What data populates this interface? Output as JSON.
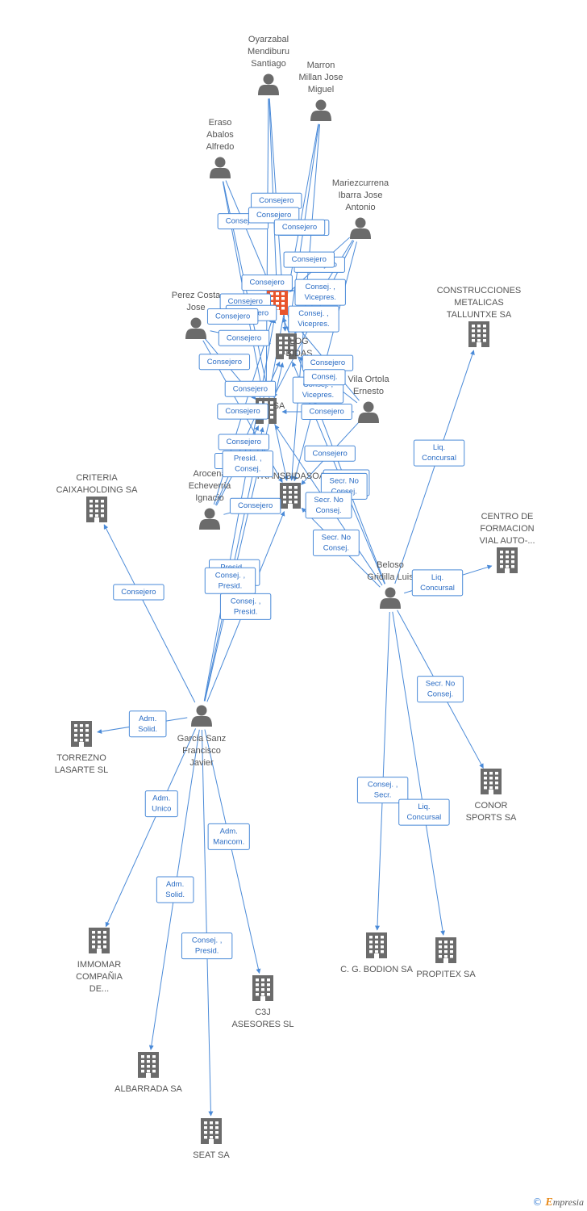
{
  "colors": {
    "edge": "#4a8ad8",
    "node": "#6b6b6b",
    "focus": "#e8542c"
  },
  "nodes": [
    {
      "id": "oyarzabal",
      "type": "person",
      "label": [
        "Oyarzabal",
        "Mendiburu",
        "Santiago"
      ]
    },
    {
      "id": "marron",
      "type": "person",
      "label": [
        "Marron",
        "Millan Jose",
        "Miguel"
      ]
    },
    {
      "id": "eraso",
      "type": "person",
      "label": [
        "Eraso",
        "Abalos",
        "Alfredo"
      ]
    },
    {
      "id": "mariezcurrena",
      "type": "person",
      "label": [
        "Mariezcurrena",
        "Ibarra Jose",
        "Antonio"
      ]
    },
    {
      "id": "perez",
      "type": "person",
      "label": [
        "Perez Costa",
        "Jose"
      ]
    },
    {
      "id": "vila",
      "type": "person",
      "label": [
        "Vila Ortola",
        "Ernesto"
      ]
    },
    {
      "id": "arocena",
      "type": "person",
      "label": [
        "Arocena",
        "Echeverria",
        "Ignacio"
      ]
    },
    {
      "id": "beloso",
      "type": "person",
      "label": [
        "Beloso",
        "Gridilla Luis"
      ]
    },
    {
      "id": "garcia",
      "type": "person",
      "label": [
        "Garcia Sanz",
        "Francisco",
        "Javier"
      ]
    },
    {
      "id": "focus",
      "type": "focus",
      "label": [
        "DEL"
      ]
    },
    {
      "id": "log",
      "type": "company",
      "label": [
        "LOG",
        "BIDAS"
      ]
    },
    {
      "id": "sa",
      "type": "company",
      "label": [
        "SA"
      ]
    },
    {
      "id": "transbidasoa",
      "type": "company",
      "label": [
        "TRANSBIDASOA"
      ]
    },
    {
      "id": "construcciones",
      "type": "company",
      "label": [
        "CONSTRUCCIONES",
        "METALICAS",
        "TALLUNTXE SA"
      ]
    },
    {
      "id": "criteria",
      "type": "company",
      "label": [
        "CRITERIA",
        "CAIXAHOLDING SA"
      ]
    },
    {
      "id": "centro",
      "type": "company",
      "label": [
        "CENTRO DE",
        "FORMACION",
        "VIAL AUTO-..."
      ]
    },
    {
      "id": "torrezno",
      "type": "company",
      "label": [
        "TORREZNO",
        "LASARTE SL"
      ]
    },
    {
      "id": "conor",
      "type": "company",
      "label": [
        "CONOR",
        "SPORTS SA"
      ]
    },
    {
      "id": "immomar",
      "type": "company",
      "label": [
        "IMMOMAR",
        "COMPAÑIA",
        "DE..."
      ]
    },
    {
      "id": "c3j",
      "type": "company",
      "label": [
        "C3J",
        "ASESORES SL"
      ]
    },
    {
      "id": "bodion",
      "type": "company",
      "label": [
        "C. G. BODION SA"
      ]
    },
    {
      "id": "propitex",
      "type": "company",
      "label": [
        "PROPITEX SA"
      ]
    },
    {
      "id": "albarrada",
      "type": "company",
      "label": [
        "ALBARRADA SA"
      ]
    },
    {
      "id": "seat",
      "type": "company",
      "label": [
        "SEAT SA"
      ]
    }
  ],
  "relations": [
    {
      "from": "eraso",
      "to": "focus",
      "label": [
        "Consejero"
      ]
    },
    {
      "from": "oyarzabal",
      "to": "log",
      "label": [
        "Consejero"
      ]
    },
    {
      "from": "marron",
      "to": "log",
      "label": [
        "Consejero"
      ]
    },
    {
      "from": "eraso",
      "to": "sa",
      "label": [
        "Consejero"
      ]
    },
    {
      "from": "oyarzabal",
      "to": "focus",
      "label": [
        "Consejero"
      ]
    },
    {
      "from": "marron",
      "to": "sa",
      "label": [
        "Consejero"
      ]
    },
    {
      "from": "eraso",
      "to": "transbidasoa",
      "label": [
        "Consejero"
      ]
    },
    {
      "from": "mariezcurrena",
      "to": "focus",
      "label": [
        "Consejero"
      ]
    },
    {
      "from": "mariezcurrena",
      "to": "log",
      "label": [
        "Consej. ,",
        "Vicepres."
      ]
    },
    {
      "from": "oyarzabal",
      "to": "sa",
      "label": [
        "Consejero"
      ]
    },
    {
      "from": "marron",
      "to": "transbidasoa",
      "label": [
        "Consejero"
      ]
    },
    {
      "from": "perez",
      "to": "focus",
      "label": [
        "Consejero"
      ]
    },
    {
      "from": "mariezcurrena",
      "to": "sa",
      "label": [
        "Consej. ,",
        "Vicepres."
      ]
    },
    {
      "from": "perez",
      "to": "log",
      "label": [
        "Consejero"
      ]
    },
    {
      "from": "mariezcurrena",
      "to": "transbidasoa",
      "label": [
        "Consej. ,",
        "Vicepres."
      ]
    },
    {
      "from": "perez",
      "to": "sa",
      "label": [
        "Consejero"
      ]
    },
    {
      "from": "vila",
      "to": "focus",
      "label": [
        "Consejero"
      ]
    },
    {
      "from": "perez",
      "to": "transbidasoa",
      "label": [
        "Consejero"
      ]
    },
    {
      "from": "vila",
      "to": "log",
      "label": [
        "Consej."
      ]
    },
    {
      "from": "arocena",
      "to": "focus",
      "label": [
        "Consejero"
      ]
    },
    {
      "from": "vila",
      "to": "sa",
      "label": [
        "Consejero"
      ]
    },
    {
      "from": "arocena",
      "to": "log",
      "label": [
        "Consejero"
      ]
    },
    {
      "from": "vila",
      "to": "transbidasoa",
      "label": [
        "Consejero"
      ]
    },
    {
      "from": "arocena",
      "to": "sa",
      "label": [
        "Consejero"
      ]
    },
    {
      "from": "arocena",
      "to": "transbidasoa",
      "label": [
        "Consejero"
      ]
    },
    {
      "from": "beloso",
      "to": "focus",
      "label": [
        "Secr. No",
        "Consej."
      ]
    },
    {
      "from": "beloso",
      "to": "log",
      "label": [
        "Secr. No",
        "Consej."
      ]
    },
    {
      "from": "beloso",
      "to": "sa",
      "label": [
        "Secr. No",
        "Consej."
      ]
    },
    {
      "from": "beloso",
      "to": "transbidasoa",
      "label": [
        "Secr. No",
        "Consej."
      ]
    },
    {
      "from": "garcia",
      "to": "focus",
      "label": [
        "Presid. ,",
        "Consej."
      ]
    },
    {
      "from": "garcia",
      "to": "log",
      "label": [
        "Presid. ,",
        "Consej."
      ]
    },
    {
      "from": "garcia",
      "to": "sa",
      "label": [
        "Consej. ,",
        "Presid."
      ]
    },
    {
      "from": "garcia",
      "to": "transbidasoa",
      "label": [
        "Consej. ,",
        "Presid."
      ]
    },
    {
      "from": "beloso",
      "to": "construcciones",
      "label": [
        "Liq.",
        "Concursal"
      ]
    },
    {
      "from": "garcia",
      "to": "criteria",
      "label": [
        "Consejero"
      ]
    },
    {
      "from": "beloso",
      "to": "centro",
      "label": [
        "Liq.",
        "Concursal"
      ]
    },
    {
      "from": "garcia",
      "to": "torrezno",
      "label": [
        "Adm.",
        "Solid."
      ]
    },
    {
      "from": "beloso",
      "to": "conor",
      "label": [
        "Secr. No",
        "Consej."
      ]
    },
    {
      "from": "beloso",
      "to": "bodion",
      "label": [
        "Consej. ,",
        "Secr."
      ]
    },
    {
      "from": "beloso",
      "to": "propitex",
      "label": [
        "Liq.",
        "Concursal"
      ]
    },
    {
      "from": "garcia",
      "to": "immomar",
      "label": [
        "Adm.",
        "Unico"
      ]
    },
    {
      "from": "garcia",
      "to": "c3j",
      "label": [
        "Adm.",
        "Mancom."
      ]
    },
    {
      "from": "garcia",
      "to": "albarrada",
      "label": [
        "Adm.",
        "Solid."
      ]
    },
    {
      "from": "garcia",
      "to": "seat",
      "label": [
        "Consej. ,",
        "Presid."
      ]
    }
  ],
  "footer": {
    "copyright": "©",
    "brand_initial": "E",
    "brand_rest": "mpresia"
  }
}
